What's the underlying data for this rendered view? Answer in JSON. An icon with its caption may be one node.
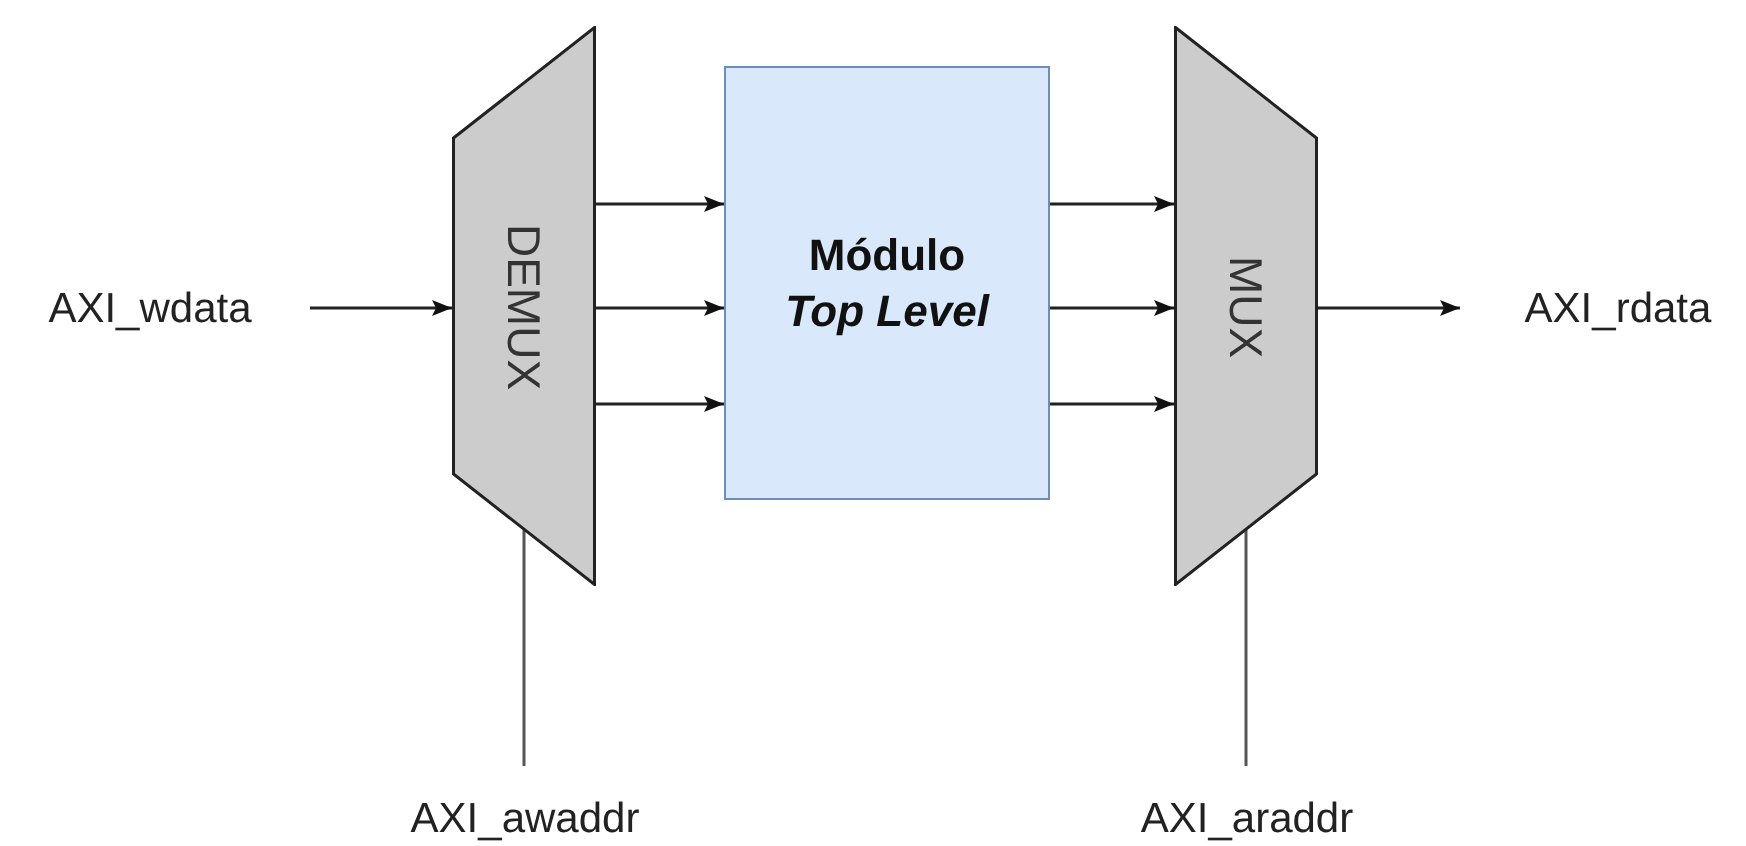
{
  "diagram": {
    "nodes": [
      {
        "text": [
          "AXI_wdata"
        ]
      },
      {
        "text": [
          "DEMUX"
        ]
      },
      {
        "text": [
          "Módulo *Top Level*"
        ]
      },
      {
        "text": [
          "MUX"
        ]
      },
      {
        "text": [
          "AXI_rdata"
        ]
      },
      {
        "text": [
          "AXI_awaddr"
        ]
      },
      {
        "text": [
          "AXI_araddr"
        ]
      }
    ],
    "edges": [
      {
        "from": 0,
        "to": 1,
        "arrow": "to"
      },
      {
        "from": 1,
        "to": 2,
        "arrow": "to"
      },
      {
        "from": 1,
        "to": 2,
        "arrow": "to"
      },
      {
        "from": 1,
        "to": 2,
        "arrow": "to"
      },
      {
        "from": 2,
        "to": 3,
        "arrow": "to"
      },
      {
        "from": 2,
        "to": 3,
        "arrow": "to"
      },
      {
        "from": 2,
        "to": 3,
        "arrow": "to"
      },
      {
        "from": 3,
        "to": 4,
        "arrow": "to"
      },
      {
        "from": 5,
        "to": 1,
        "arrow": "none"
      },
      {
        "from": 6,
        "to": 3,
        "arrow": "none"
      }
    ]
  }
}
